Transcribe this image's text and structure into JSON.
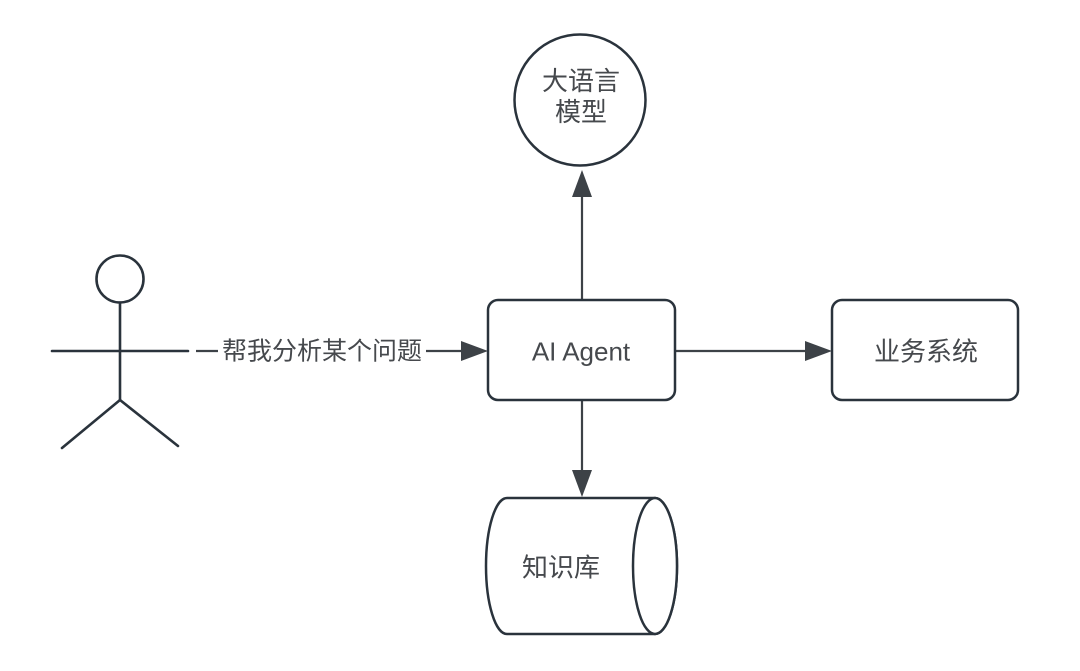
{
  "diagram": {
    "colors": {
      "background": "#ffffff",
      "shape_stroke": "#2a333c",
      "edge_color": "#3d4247",
      "text_color": "#46494d"
    },
    "nodes": {
      "actor": {
        "shape": "stick-figure",
        "label": ""
      },
      "ai_agent": {
        "shape": "rounded-rectangle",
        "label": "AI Agent"
      },
      "llm": {
        "shape": "circle",
        "label": "大语言模型",
        "label_line1": "大语言",
        "label_line2": "模型"
      },
      "business_system": {
        "shape": "rounded-rectangle",
        "label": "业务系统"
      },
      "knowledge_base": {
        "shape": "cylinder",
        "label": "知识库"
      }
    },
    "edges": {
      "user_request": {
        "from": "actor",
        "to": "ai_agent",
        "direction": "right",
        "label": "帮我分析某个问题"
      },
      "agent_to_llm": {
        "from": "ai_agent",
        "to": "llm",
        "direction": "up",
        "label": ""
      },
      "agent_to_business": {
        "from": "ai_agent",
        "to": "business_system",
        "direction": "right",
        "label": ""
      },
      "agent_to_knowledge": {
        "from": "ai_agent",
        "to": "knowledge_base",
        "direction": "down",
        "label": ""
      }
    }
  }
}
